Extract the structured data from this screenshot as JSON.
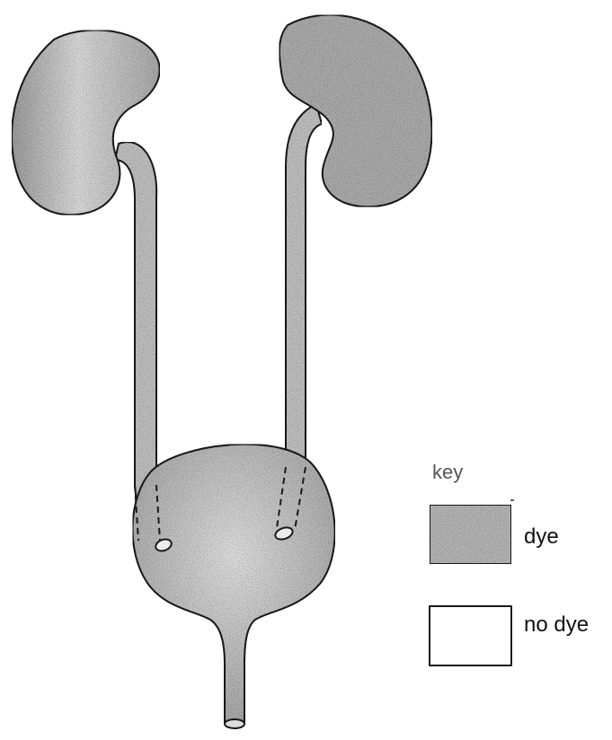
{
  "key": {
    "title": "key",
    "items": [
      {
        "label": "dye",
        "fill": "#b3b3b3",
        "state": "dye"
      },
      {
        "label": "no dye",
        "fill": "#ffffff",
        "state": "no dye"
      }
    ]
  },
  "structures": [
    {
      "name": "left-kidney",
      "state": "dye"
    },
    {
      "name": "right-kidney",
      "state": "dye"
    },
    {
      "name": "left-ureter",
      "state": "dye"
    },
    {
      "name": "right-ureter",
      "state": "dye"
    },
    {
      "name": "bladder",
      "state": "dye"
    },
    {
      "name": "urethra",
      "state": "dye"
    }
  ],
  "colors": {
    "dye": "#b3b3b3",
    "dye_dark": "#8e8e8e",
    "outline": "#1a1a1a",
    "no_dye": "#ffffff"
  }
}
